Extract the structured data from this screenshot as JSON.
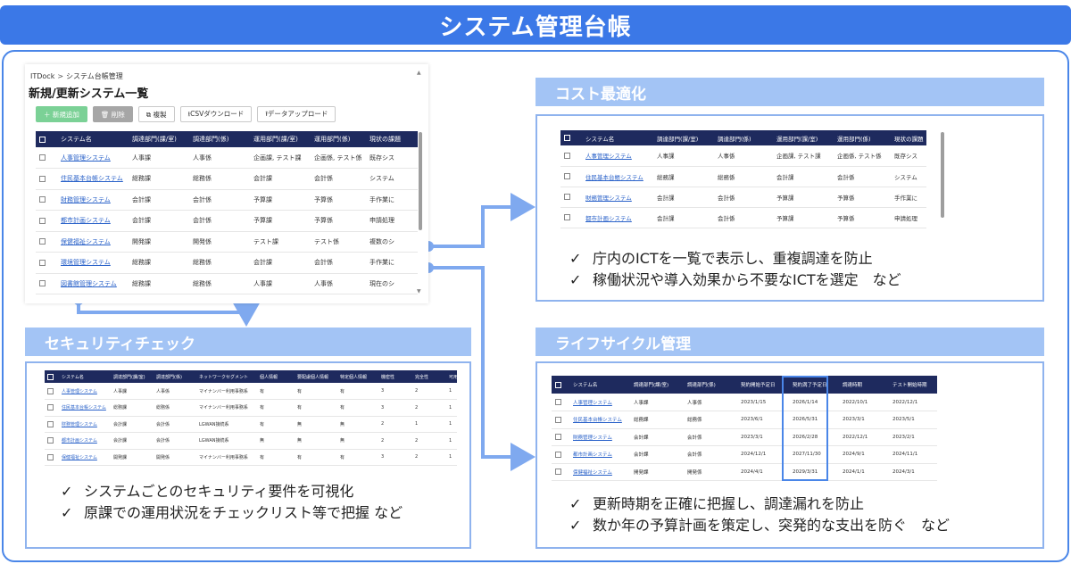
{
  "page": {
    "title": "システム管理台帳"
  },
  "app": {
    "breadcrumb": {
      "root": "ITDock",
      "separator": ">",
      "current": "システム台帳管理"
    },
    "page_title": "新規/更新システム一覧",
    "toolbar": {
      "add_label": "＋ 新規追加",
      "delete_label": "🗑 削除",
      "copy_label": "⧉ 複製",
      "csv_label": "⭳CSVダウンロード",
      "upload_label": "⭱データアップロード"
    },
    "table": {
      "headers": [
        "システム名",
        "調達部門(課/室)",
        "調達部門(係)",
        "運用部門(課/室)",
        "運用部門(係)",
        "現状の課題"
      ],
      "rows": [
        [
          "人事管理システム",
          "人事課",
          "人事係",
          "企画課, テスト課",
          "企画係, テスト係",
          "既存シス"
        ],
        [
          "住民基本台帳システム",
          "総務課",
          "総務係",
          "会計課",
          "会計係",
          "システム"
        ],
        [
          "財務管理システム",
          "会計課",
          "会計係",
          "予算課",
          "予算係",
          "手作業に"
        ],
        [
          "都市計画システム",
          "会計課",
          "会計係",
          "予算課",
          "予算係",
          "申請処理"
        ],
        [
          "保健福祉システム",
          "開発課",
          "開発係",
          "テスト課",
          "テスト係",
          "複数のシ"
        ],
        [
          "環境管理システム",
          "総務課",
          "総務係",
          "会計課",
          "会計係",
          "手作業に"
        ],
        [
          "図書館管理システム",
          "総務課",
          "総務係",
          "人事課",
          "人事係",
          "現在のシ"
        ]
      ]
    }
  },
  "cost": {
    "heading": "コスト最適化",
    "table": {
      "headers": [
        "システム名",
        "調達部門(課/室)",
        "調達部門(係)",
        "運用部門(課/室)",
        "運用部門(係)",
        "現状の課題"
      ],
      "rows": [
        [
          "人事管理システム",
          "人事課",
          "人事係",
          "企画課, テスト課",
          "企画係, テスト係",
          "既存シス"
        ],
        [
          "住民基本台帳システム",
          "総務課",
          "総務係",
          "会計課",
          "会計係",
          "システム"
        ],
        [
          "財務管理システム",
          "会計課",
          "会計係",
          "予算課",
          "予算係",
          "手作業に"
        ],
        [
          "都市計画システム",
          "会計課",
          "会計係",
          "予算課",
          "予算係",
          "申請処理"
        ]
      ]
    },
    "bullets": [
      "庁内のICTを一覧で表示し、重複調達を防止",
      "稼働状況や導入効果から不要なICTを選定　など"
    ]
  },
  "security": {
    "heading": "セキュリティチェック",
    "table": {
      "headers": [
        "システム名",
        "調達部門(課/室)",
        "調達部門(係)",
        "ネットワークセグメント",
        "個人情報",
        "要配慮個人情報",
        "特定個人情報",
        "機密性",
        "完全性",
        "可用"
      ],
      "rows": [
        [
          "人事管理システム",
          "人事課",
          "人事係",
          "マイナンバー利用事務系",
          "有",
          "有",
          "有",
          "3",
          "2",
          "1"
        ],
        [
          "住民基本台帳システム",
          "総務課",
          "総務係",
          "マイナンバー利用事務系",
          "有",
          "有",
          "有",
          "3",
          "2",
          "1"
        ],
        [
          "財務管理システム",
          "会計課",
          "会計係",
          "LGWAN接続系",
          "有",
          "無",
          "無",
          "2",
          "1",
          "1"
        ],
        [
          "都市計画システム",
          "会計課",
          "会計係",
          "LGWAN接続系",
          "無",
          "無",
          "無",
          "2",
          "2",
          "1"
        ],
        [
          "保健福祉システム",
          "開発課",
          "開発係",
          "マイナンバー利用事務系",
          "有",
          "有",
          "有",
          "3",
          "2",
          "1"
        ]
      ]
    },
    "bullets": [
      "システムごとのセキュリティ要件を可視化",
      "原課での運用状況をチェックリスト等で把握  など"
    ]
  },
  "lifecycle": {
    "heading": "ライフサイクル管理",
    "table": {
      "headers": [
        "システム名",
        "調達部門(課/室)",
        "調達部門(係)",
        "契約開始予定日",
        "契約満了予定日",
        "調達時期",
        "テスト開始時期"
      ],
      "rows": [
        [
          "人事管理システム",
          "人事課",
          "人事係",
          "2023/1/15",
          "2026/1/14",
          "2022/10/1",
          "2022/12/1"
        ],
        [
          "住民基本台帳システム",
          "総務課",
          "総務係",
          "2023/6/1",
          "2026/5/31",
          "2023/3/1",
          "2023/5/1"
        ],
        [
          "財務管理システム",
          "会計課",
          "会計係",
          "2023/3/1",
          "2026/2/28",
          "2022/12/1",
          "2023/2/1"
        ],
        [
          "都市計画システム",
          "会計課",
          "会計係",
          "2024/12/1",
          "2027/11/30",
          "2024/9/1",
          "2024/11/1"
        ],
        [
          "保健福祉システム",
          "開発課",
          "開発係",
          "2024/4/1",
          "2029/3/31",
          "2024/1/1",
          "2024/3/1"
        ]
      ]
    },
    "bullets": [
      "更新時期を正確に把握し、調達漏れを防止",
      "数か年の予算計画を策定し、突発的な支出を防ぐ　など"
    ]
  },
  "check_mark": "✓",
  "colors": {
    "title_bar": "#3b78e7",
    "section_head": "#a3c4f5",
    "table_header": "#1e2a5e",
    "connector": "#7fa9ef"
  }
}
